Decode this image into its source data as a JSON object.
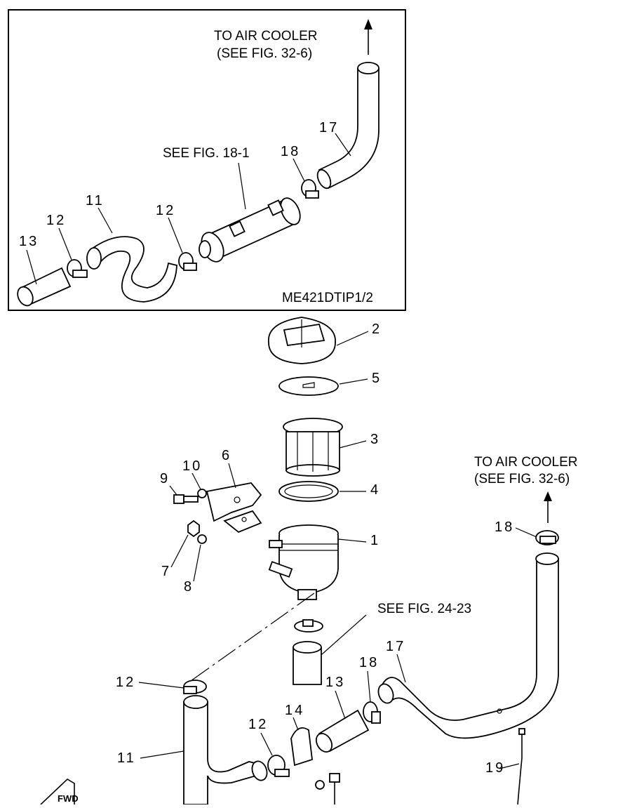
{
  "inset": {
    "to_air_cooler_line1": "TO AIR COOLER",
    "to_air_cooler_line2": "(SEE FIG. 32-6)",
    "see_fig_18_1": "SEE FIG. 18-1",
    "code": "ME421DTIP1/2",
    "callouts": [
      "17",
      "18",
      "11",
      "12",
      "12",
      "13"
    ]
  },
  "main": {
    "to_air_cooler_line1": "TO AIR COOLER",
    "to_air_cooler_line2": "(SEE FIG. 32-6)",
    "see_fig_24_23": "SEE FIG. 24-23",
    "callouts": [
      "2",
      "5",
      "3",
      "4",
      "6",
      "10",
      "9",
      "1",
      "7",
      "8",
      "18",
      "12",
      "17",
      "18",
      "13",
      "14",
      "12",
      "11",
      "19"
    ],
    "fwd_mark": "FWD"
  }
}
